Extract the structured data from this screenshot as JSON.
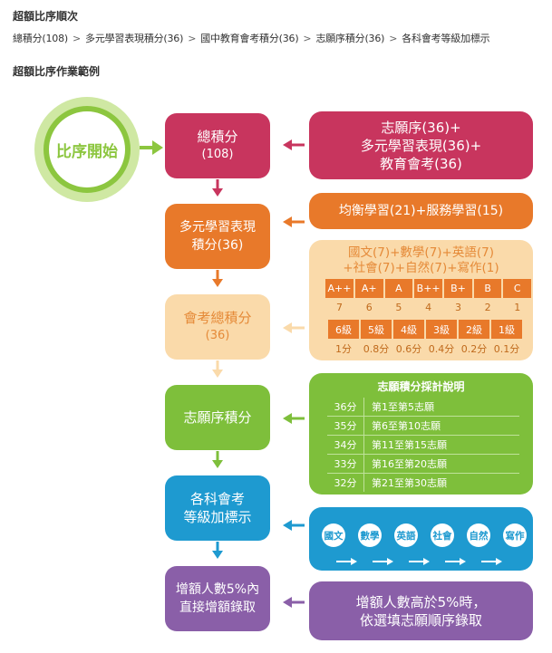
{
  "heading_order": "超額比序順次",
  "breadcrumb": [
    "總積分(108)",
    "多元學習表現積分(36)",
    "國中教育會考積分(36)",
    "志願序積分(36)",
    "各科會考等級加標示"
  ],
  "breadcrumb_sep": ">",
  "heading_example": "超額比序作業範例",
  "start_label": "比序開始",
  "steps": [
    {
      "line1": "總積分",
      "line2": "(108)"
    },
    {
      "line1": "多元學習表現",
      "line2": "積分(36)"
    },
    {
      "line1": "會考總積分",
      "line2": "(36)"
    },
    {
      "line1": "志願序積分",
      "line2": ""
    },
    {
      "line1": "各科會考",
      "line2": "等級加標示"
    },
    {
      "line1": "增額人數5%內",
      "line2": "直接增額錄取"
    }
  ],
  "right1": {
    "line1": "志願序(36)+",
    "line2": "多元學習表現(36)+",
    "line3": "教育會考(36)"
  },
  "right2": {
    "text": "均衡學習(21)+服務學習(15)"
  },
  "right3": {
    "line1": "國文(7)+數學(7)+英語(7)",
    "line2": "+社會(7)+自然(7)+寫作(1)",
    "grades": [
      "A++",
      "A+",
      "A",
      "B++",
      "B+",
      "B",
      "C"
    ],
    "grade_points": [
      "7",
      "6",
      "5",
      "4",
      "3",
      "2",
      "1"
    ],
    "levels": [
      "6級",
      "5級",
      "4級",
      "3級",
      "2級",
      "1級"
    ],
    "level_points": [
      "1分",
      "0.8分",
      "0.6分",
      "0.4分",
      "0.2分",
      "0.1分"
    ]
  },
  "right4": {
    "title": "志願積分採計說明",
    "rows": [
      {
        "pts": "36分",
        "range": "第1至第5志願"
      },
      {
        "pts": "35分",
        "range": "第6至第10志願"
      },
      {
        "pts": "34分",
        "range": "第11至第15志願"
      },
      {
        "pts": "33分",
        "range": "第16至第20志願"
      },
      {
        "pts": "32分",
        "range": "第21至第30志願"
      }
    ]
  },
  "right5": {
    "subjects": [
      "國文",
      "數學",
      "英語",
      "社會",
      "自然",
      "寫作"
    ]
  },
  "right6": {
    "line1": "增額人數高於5%時，",
    "line2": "依選填志願順序錄取"
  },
  "colors": {
    "green": "#8cc63f",
    "crimson": "#c8355e",
    "orange": "#e8792a",
    "peach": "#fadaaa",
    "lime": "#7ebf3b",
    "blue": "#1e9ad0",
    "purple": "#8a5fa8"
  }
}
